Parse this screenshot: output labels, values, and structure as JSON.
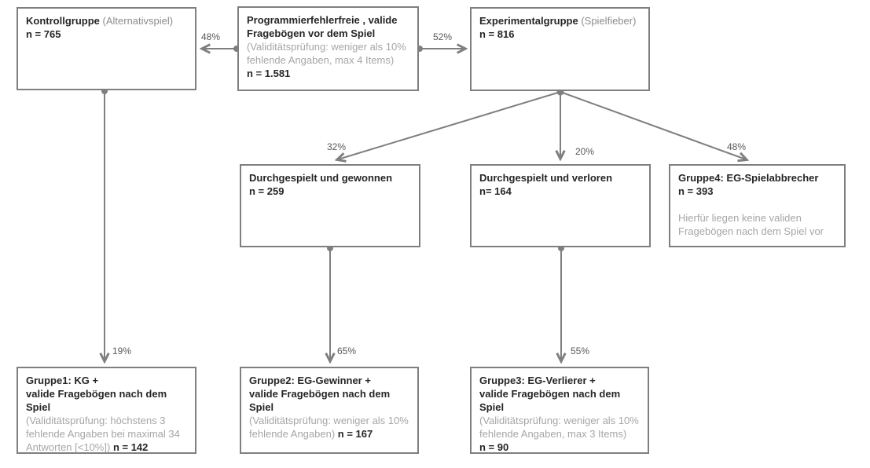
{
  "boxes": {
    "kontrollgruppe": {
      "title_bold": "Kontrollgruppe",
      "title_note": "(Alternativspiel)",
      "n": "n = 765"
    },
    "pre_game": {
      "title_bold": "Programmierfehlerfreie , valide Fragebögen vor dem Spiel",
      "note": "(Validitätsprüfung: weniger als 10% fehlende Angaben, max 4 Items)",
      "n": "n = 1.581"
    },
    "experimentalgruppe": {
      "title_bold": "Experimentalgruppe",
      "title_note": "(Spielfieber)",
      "n": "n = 816"
    },
    "won": {
      "title_bold": "Durchgespielt und gewonnen",
      "n": "n = 259"
    },
    "lost": {
      "title_bold": "Durchgespielt und verloren",
      "n": "n= 164"
    },
    "gruppe4": {
      "title_bold": "Gruppe4: EG-Spielabbrecher",
      "n": "n = 393",
      "note": "Hierfür liegen keine validen Fragebögen nach dem Spiel vor"
    },
    "gruppe1": {
      "title_bold_line1": "Gruppe1: KG +",
      "title_bold_line2": "valide Fragebögen nach dem Spiel",
      "note": "(Validitätsprüfung: höchstens 3 fehlende Angaben bei maximal 34 Antworten [<10%])",
      "n": "n = 142"
    },
    "gruppe2": {
      "title_bold_line1": "Gruppe2: EG-Gewinner +",
      "title_bold_line2": "valide Fragebögen nach dem Spiel",
      "note": "(Validitätsprüfung: weniger als 10% fehlende Angaben)",
      "n": "n = 167"
    },
    "gruppe3": {
      "title_bold_line1": "Gruppe3: EG-Verlierer +",
      "title_bold_line2": "valide Fragebögen nach dem Spiel",
      "note": "(Validitätsprüfung: weniger als 10% fehlende Angaben, max 3 Items)",
      "n": "n = 90"
    }
  },
  "edges": {
    "to_kontrollgruppe": "48%",
    "to_experimentalgruppe": "52%",
    "to_won": "32%",
    "to_lost": "20%",
    "to_gruppe4": "48%",
    "to_gruppe1": "19%",
    "to_gruppe2": "65%",
    "to_gruppe3": "55%"
  },
  "colors": {
    "line": "#7f7f7f",
    "box_border": "#7f7f7f",
    "text_dark": "#262626",
    "title_note_gray": "#8c8c8c",
    "note_gray": "#a6a6a6",
    "label_gray": "#595959",
    "background": "#ffffff"
  }
}
